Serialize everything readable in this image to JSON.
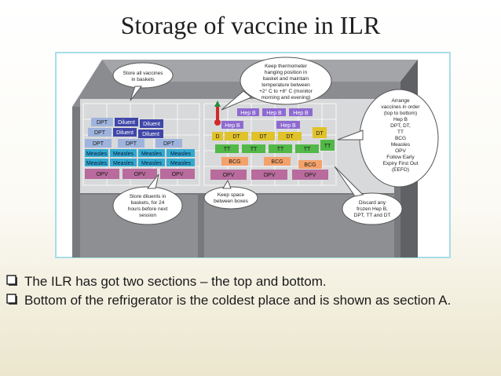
{
  "slide": {
    "title": "Storage of vaccine in ILR",
    "bullets": [
      "The ILR has got two sections – the top and bottom.",
      "Bottom of the refrigerator is the coldest place and is shown as section A."
    ]
  },
  "diagram": {
    "callouts": {
      "store_baskets": [
        "Store all vaccines",
        "in baskets"
      ],
      "thermometer": [
        "Keep thermometer",
        "hanging position in",
        "basket and maintain",
        "temperature between",
        "+2° C to +8° C (monitor",
        "morning and evening)"
      ],
      "arrange": [
        "Arrange",
        "vaccines in order",
        "(top to bottom)",
        "Hep B",
        "DPT, DT,",
        "TT",
        "BCG",
        "Measles",
        "OPV",
        "Follow Early",
        "Expiry First Out",
        "(EEFO)"
      ],
      "diluents": [
        "Store diluents in",
        "baskets, for 24",
        "hours before next",
        "session"
      ],
      "space": [
        "Keep space",
        "between boxes"
      ],
      "discard": [
        "Discard any",
        "frozen Hep B,",
        "DPT, TT and DT"
      ]
    },
    "left_basket": {
      "row1": [
        "DPT",
        "Diluent",
        "Diluent"
      ],
      "row2": [
        "DPT",
        "Diluent",
        "Diluent"
      ],
      "row3": [
        "DPT",
        "DPT",
        "DPT"
      ],
      "row4": [
        "Measles",
        "Measles",
        "Measles",
        "Measles"
      ],
      "row5": [
        "Measles",
        "Measles",
        "Measles",
        "Measles"
      ],
      "row6": [
        "OPV",
        "OPV",
        "OPV"
      ]
    },
    "right_basket": {
      "hepb_top": [
        "Hep B",
        "Hep B",
        "Hep B"
      ],
      "hepb_mid": [
        "Hep B",
        "Hep B"
      ],
      "dt_row": [
        "D",
        "DT",
        "DT",
        "DT",
        "DT"
      ],
      "tt_row": [
        "TT",
        "TT",
        "TT",
        "TT",
        "TT"
      ],
      "bcg_row": [
        "BCG",
        "BCG",
        "BCG"
      ],
      "opv_row": [
        "OPV",
        "OPV",
        "OPV"
      ]
    },
    "colors": {
      "dpt": "#9fb4dd",
      "diluent": "#3f47a8",
      "measles": "#33a9cf",
      "opv": "#b86b9c",
      "hepb": "#8e6ad0",
      "dt": "#e0c22a",
      "tt": "#52b848",
      "bcg": "#f4a26b",
      "cabinet": "#7d7f82",
      "frame_border": "#a8dde8"
    }
  }
}
